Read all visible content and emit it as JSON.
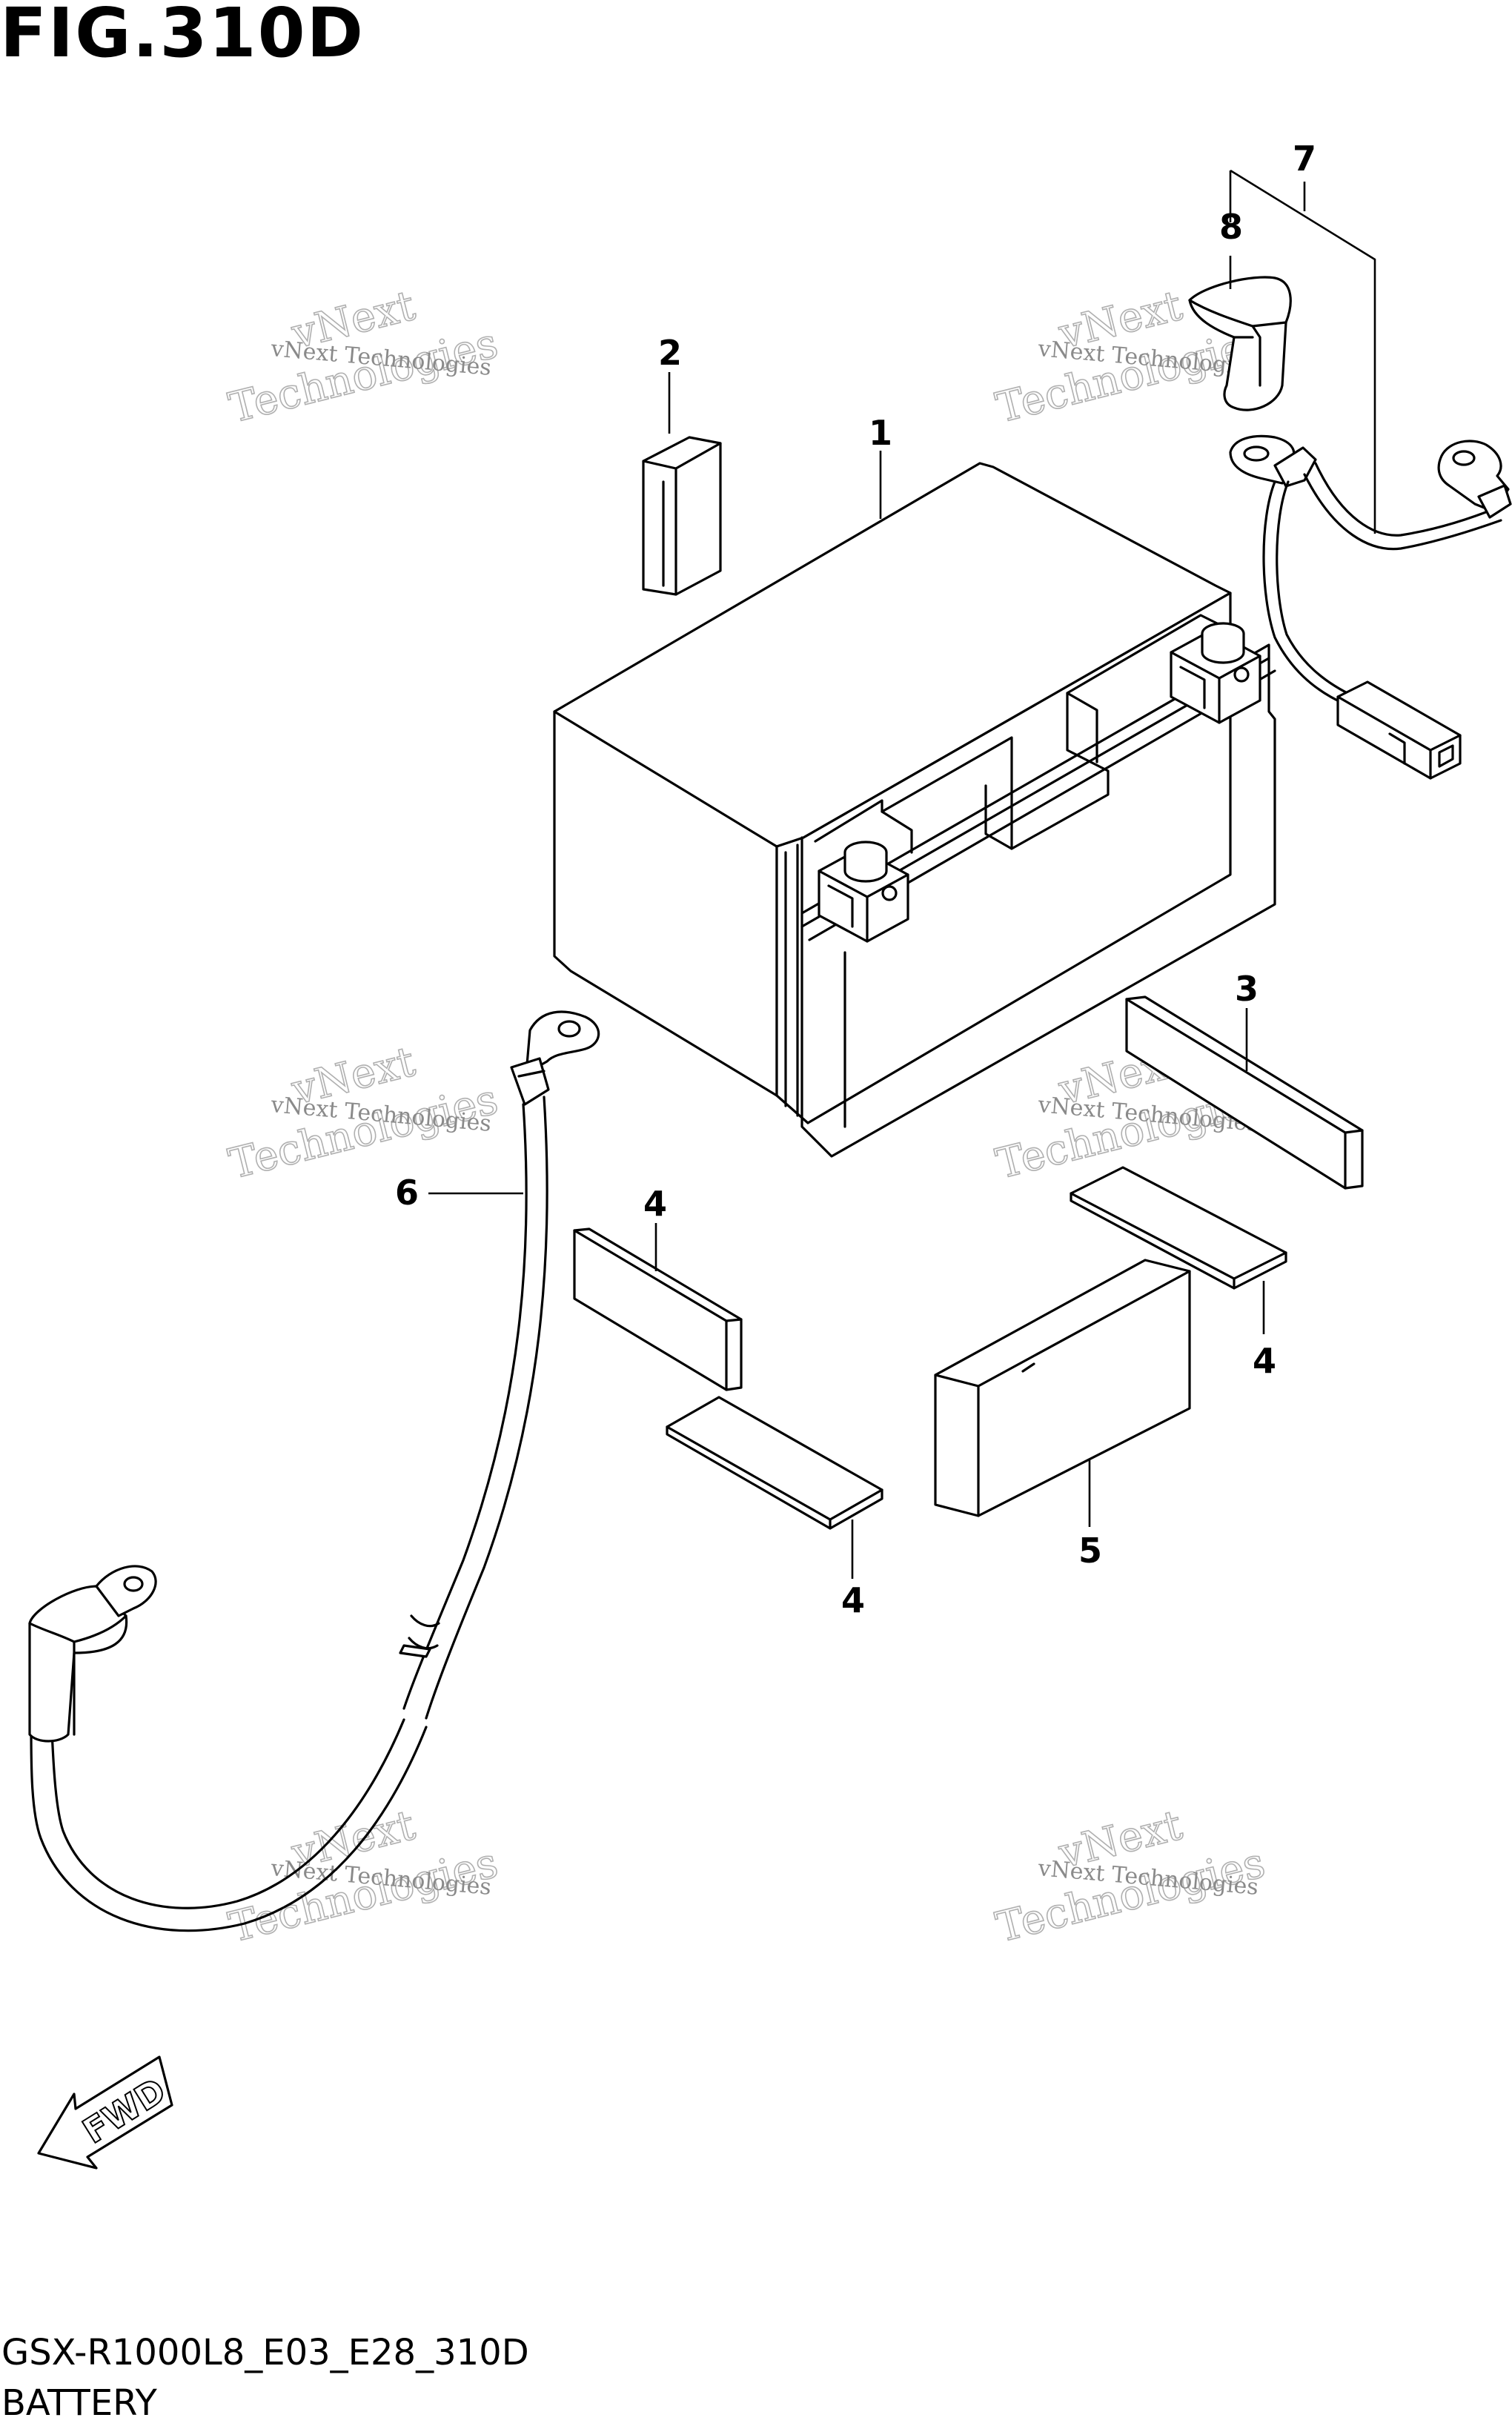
{
  "figure": {
    "title": "FIG.310D",
    "code": "GSX-R1000L8_E03_E28_310D",
    "name": "BATTERY"
  },
  "callouts": {
    "p1": "1",
    "p2": "2",
    "p3": "3",
    "p4a": "4",
    "p4b": "4",
    "p4c": "4",
    "p5": "5",
    "p6": "6",
    "p7": "7",
    "p8": "8"
  },
  "fwd_label": "FWD",
  "watermark": {
    "line_small": "vNext Technologies",
    "line_top": "vNext",
    "line_big": "Technologies"
  }
}
